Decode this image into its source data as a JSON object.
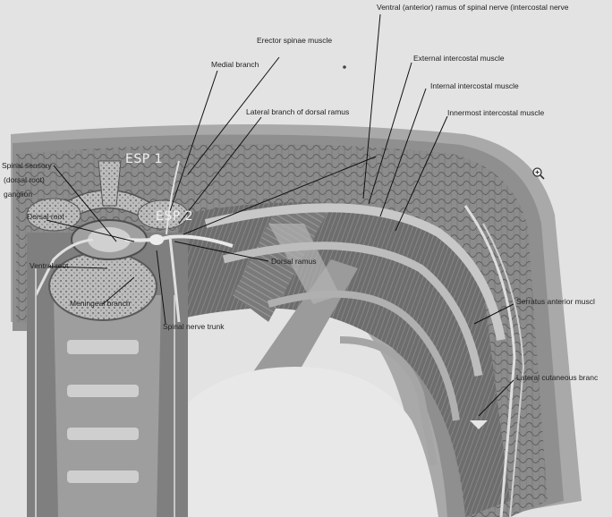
{
  "labels": {
    "ventral_ramus": "Ventral (anterior) ramus of spinal nerve (intercostal nerve",
    "erector_spinae": "Erector spinae muscle",
    "external_intercostal": "External intercostal muscle",
    "medial_branch": "Medial branch",
    "internal_intercostal": "Internal intercostal muscle",
    "lateral_branch_dorsal": "Lateral branch of dorsal ramus",
    "innermost_intercostal": "Innermost intercostal muscle",
    "spinal_sensory_1": "Spinal sensory",
    "spinal_sensory_2": "(dorsal root)",
    "spinal_sensory_3": "ganglion",
    "dorsal_root": "Dorsal root",
    "dorsal_ramus": "Dorsal ramus",
    "ventral_root": "Ventral root",
    "meningeal_branch": "Meningeal branch",
    "spinal_nerve_trunk": "Spinal nerve trunk",
    "serratus_anterior": "Serratus anterior muscl",
    "lateral_cutaneous": "Lateral cutaneous branc"
  },
  "markers": {
    "esp1": "ESP 1",
    "esp2": "ESP 2"
  },
  "icons": {
    "zoom": "zoom-in-icon"
  }
}
